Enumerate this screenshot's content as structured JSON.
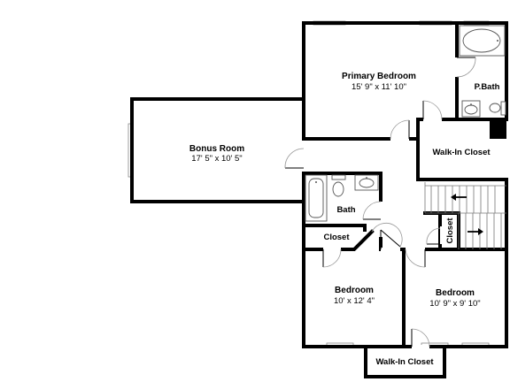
{
  "rooms": [
    {
      "id": "primary-bedroom",
      "name": "Primary Bedroom",
      "dims": "15' 9\" x 11' 10\""
    },
    {
      "id": "bonus-room",
      "name": "Bonus Room",
      "dims": "17' 5\" x 10' 5\""
    },
    {
      "id": "bedroom-left",
      "name": "Bedroom",
      "dims": "10' x 12' 4\""
    },
    {
      "id": "bedroom-right",
      "name": "Bedroom",
      "dims": "10' 9\" x 9' 10\""
    }
  ],
  "labels": {
    "p_bath": "P.Bath",
    "walk_in_closet_top": "Walk-In Closet",
    "walk_in_closet_bottom": "Walk-In Closet",
    "bath": "Bath",
    "closet_hall": "Closet",
    "closet_stair": "Closet"
  },
  "icons": [
    "stair-arrow-left-icon",
    "stair-arrow-right-icon",
    "bathtub-icon",
    "toilet-icon",
    "sink-icon",
    "door-swing-icon",
    "window-icon"
  ],
  "colors": {
    "wall": "#000000",
    "background": "#ffffff"
  }
}
